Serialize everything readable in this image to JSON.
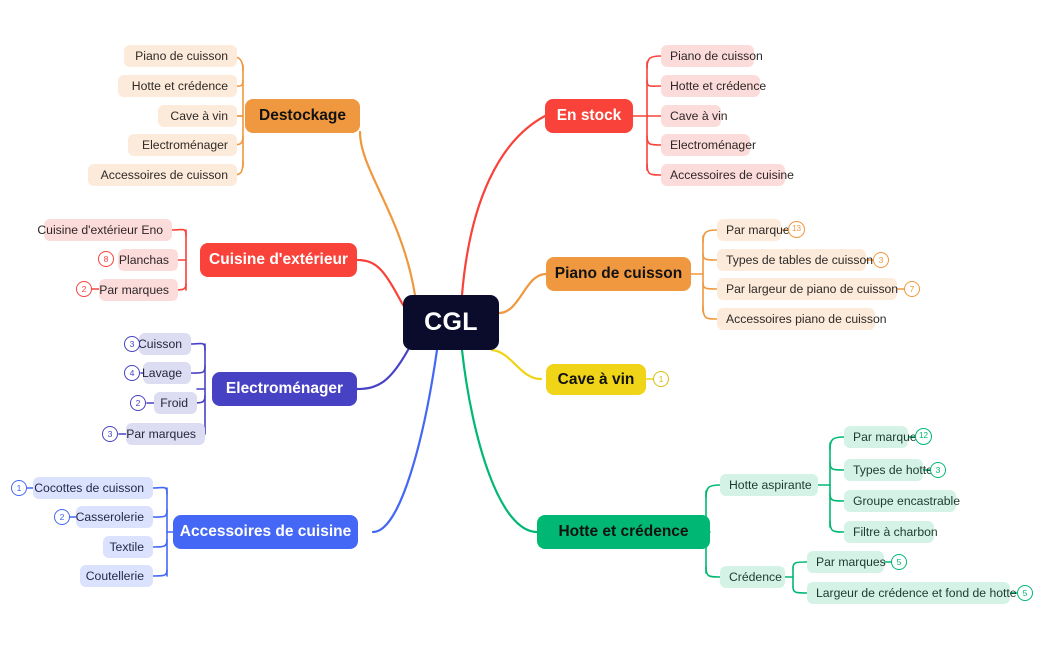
{
  "root": {
    "label": "CGL",
    "color": "#0b0b2b"
  },
  "palette": {
    "destockage": "#f0983f",
    "destockage_pill": "#fceadb",
    "cuisine_ext": "#f9423a",
    "cuisine_ext_pill": "#fcdcdb",
    "electromenager": "#4742c4",
    "electromenager_pill": "#dcdcf2",
    "accessoires": "#4468f5",
    "accessoires_pill": "#dbe2fd",
    "en_stock": "#f9423a",
    "en_stock_pill": "#fcdcdb",
    "piano": "#f0983f",
    "piano_pill": "#fceadb",
    "cave": "#efd417",
    "hotte": "#00b873",
    "hotte_pill": "#d4f3e6"
  },
  "branches": [
    {
      "id": "destockage",
      "label": "Destockage",
      "side": "left",
      "children": [
        {
          "label": "Piano de cuisson"
        },
        {
          "label": "Hotte et crédence"
        },
        {
          "label": "Cave à vin"
        },
        {
          "label": "Electroménager"
        },
        {
          "label": "Accessoires de cuisson"
        }
      ]
    },
    {
      "id": "cuisine-exterieur",
      "label": "Cuisine d'extérieur",
      "side": "left",
      "children": [
        {
          "label": "Cuisine d'extérieur Eno",
          "badge": null
        },
        {
          "label": "Planchas",
          "badge": "8"
        },
        {
          "label": "Par marques",
          "badge": "2"
        }
      ]
    },
    {
      "id": "electromenager",
      "label": "Electroménager",
      "side": "left",
      "children": [
        {
          "label": "Cuisson",
          "badge": "3"
        },
        {
          "label": "Lavage",
          "badge": "4"
        },
        {
          "label": "Froid",
          "badge": "2"
        },
        {
          "label": "Par marques",
          "badge": "3"
        }
      ]
    },
    {
      "id": "accessoires-de-cuisine",
      "label": "Accessoires de cuisine",
      "side": "left",
      "children": [
        {
          "label": "Cocottes de cuisson",
          "badge": "1"
        },
        {
          "label": "Casserolerie",
          "badge": "2"
        },
        {
          "label": "Textile",
          "badge": null
        },
        {
          "label": "Coutellerie",
          "badge": null
        }
      ]
    },
    {
      "id": "en-stock",
      "label": "En stock",
      "side": "right",
      "children": [
        {
          "label": "Piano de cuisson"
        },
        {
          "label": "Hotte et crédence"
        },
        {
          "label": "Cave à vin"
        },
        {
          "label": "Electroménager"
        },
        {
          "label": "Accessoires de cuisine"
        }
      ]
    },
    {
      "id": "piano-de-cuisson",
      "label": "Piano de cuisson",
      "side": "right",
      "children": [
        {
          "label": "Par marque",
          "badge": "13"
        },
        {
          "label": "Types de tables de cuisson",
          "badge": "3"
        },
        {
          "label": "Par largeur de piano de cuisson",
          "badge": "7"
        },
        {
          "label": "Accessoires piano de cuisson",
          "badge": null
        }
      ]
    },
    {
      "id": "cave-a-vin",
      "label": "Cave à vin",
      "side": "right",
      "badge": "1",
      "children": []
    },
    {
      "id": "hotte-et-credence",
      "label": "Hotte et crédence",
      "side": "right",
      "children": [
        {
          "label": "Hotte aspirante",
          "children": [
            {
              "label": "Par marque",
              "badge": "12"
            },
            {
              "label": "Types de hotte",
              "badge": "3"
            },
            {
              "label": "Groupe encastrable",
              "badge": null
            },
            {
              "label": "Filtre à charbon",
              "badge": null
            }
          ]
        },
        {
          "label": "Crédence",
          "children": [
            {
              "label": "Par marques",
              "badge": "5"
            },
            {
              "label": "Largeur de crédence et fond de hotte",
              "badge": "5"
            }
          ]
        }
      ]
    }
  ]
}
